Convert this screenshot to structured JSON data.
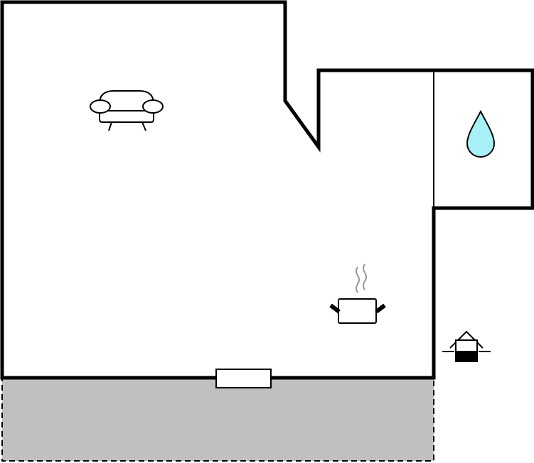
{
  "floor_plan": {
    "colors": {
      "wall": "#000000",
      "background": "#ffffff",
      "terrace_fill": "#c0c0c0",
      "water_drop": "#a8f0f8",
      "steam": "#999999",
      "door": "#ffffff"
    },
    "rooms": [
      {
        "id": "living-room",
        "icon": "sofa-icon"
      },
      {
        "id": "bathroom",
        "icon": "water-drop-icon"
      },
      {
        "id": "kitchen-area",
        "icon": "cooking-pot-icon"
      }
    ],
    "outdoor": [
      {
        "id": "terrace",
        "style": "dashed-outline"
      },
      {
        "id": "entrance",
        "icon": "entrance-icon"
      }
    ]
  }
}
